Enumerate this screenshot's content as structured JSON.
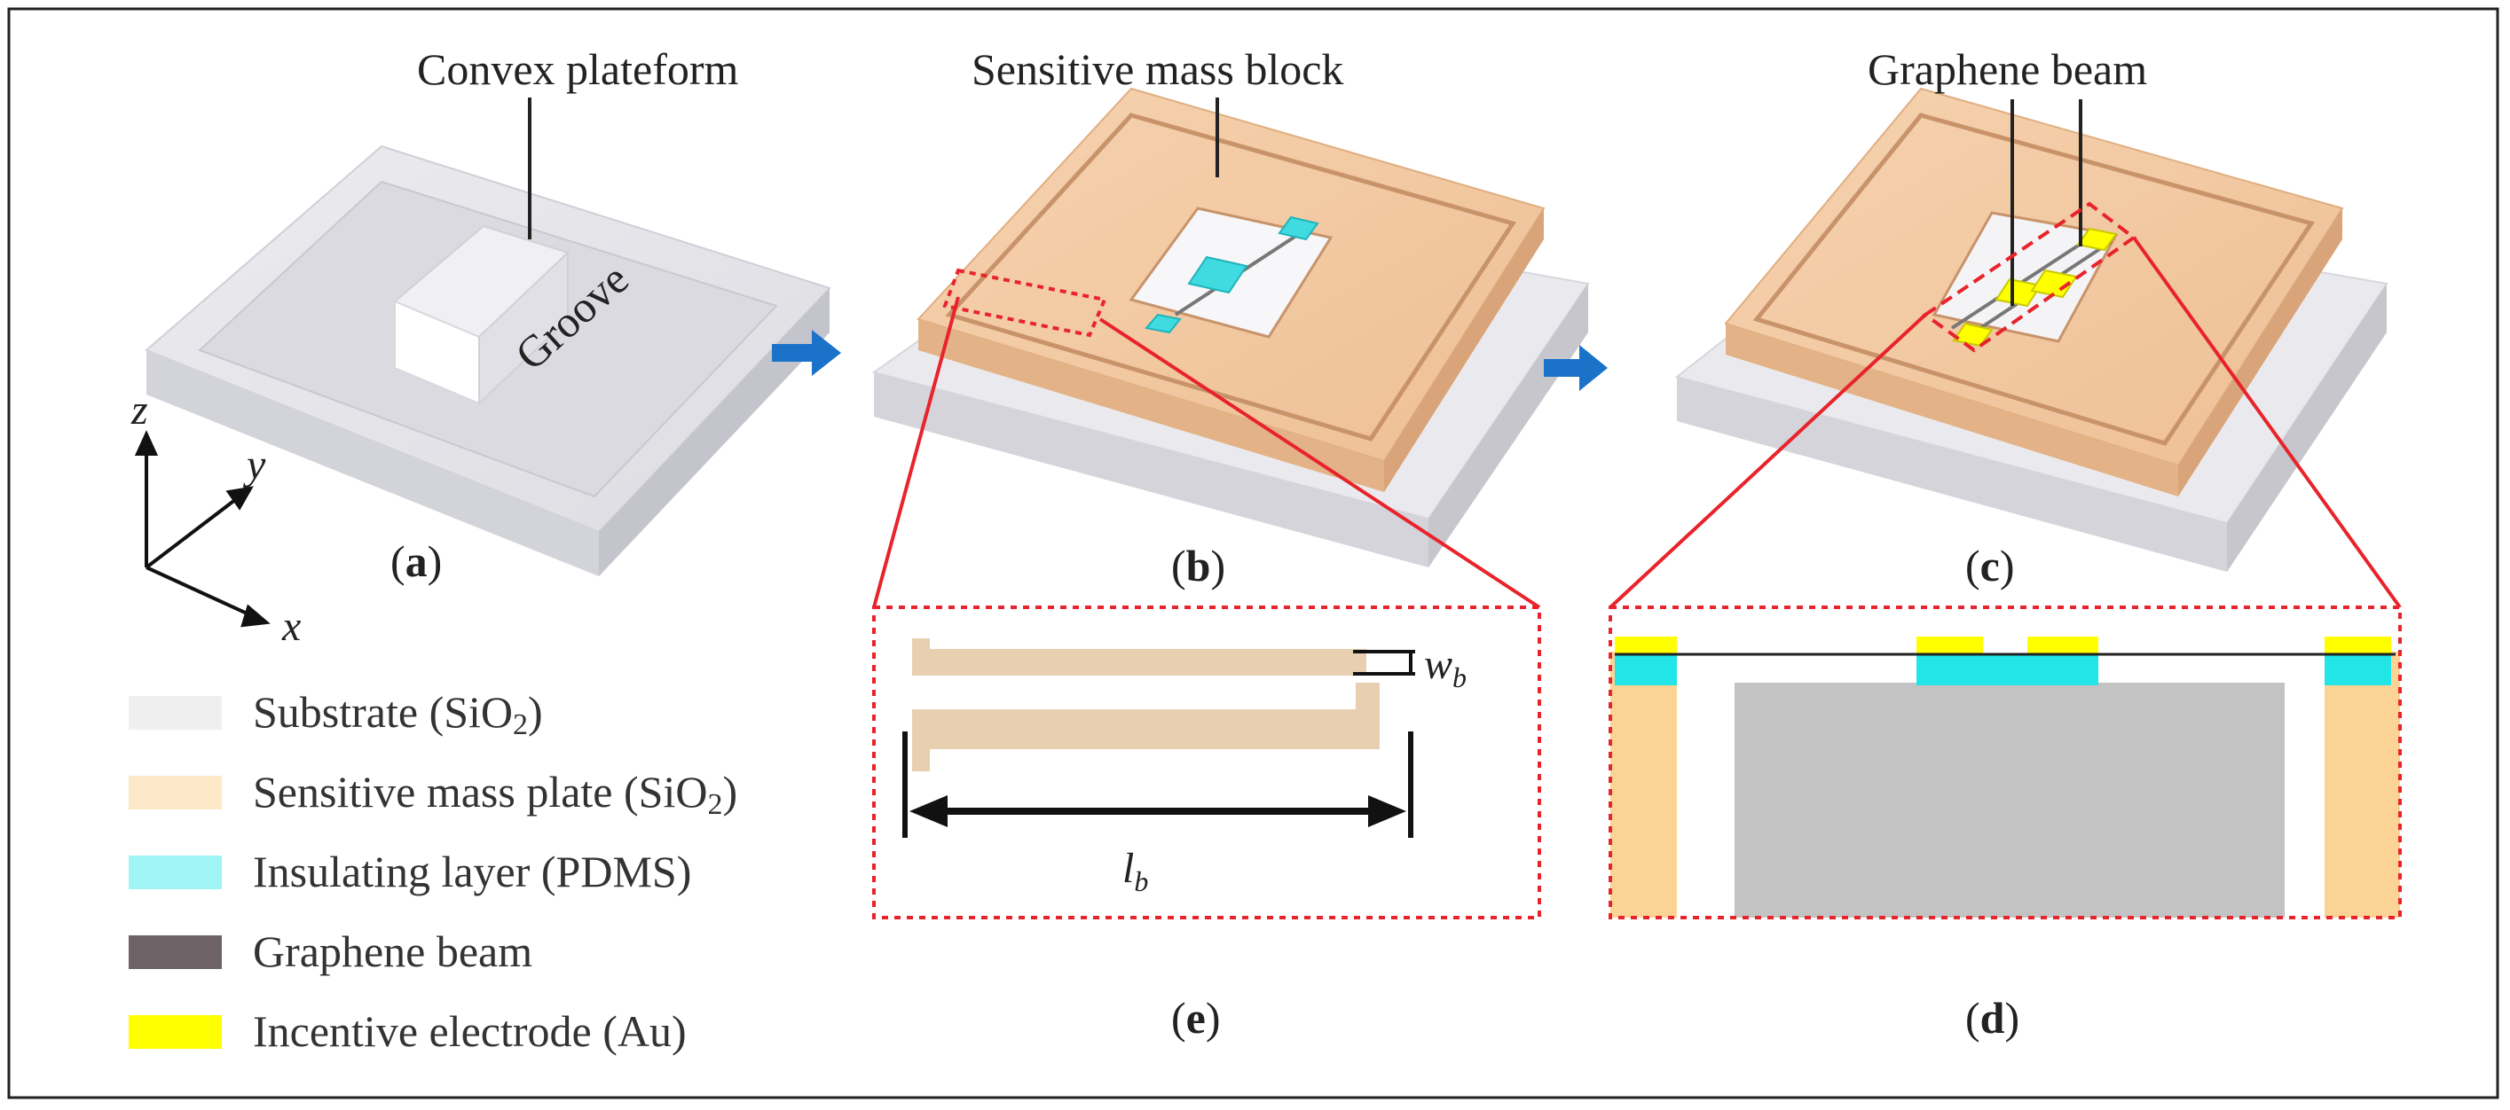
{
  "labels": {
    "convex_plateform": "Convex plateform",
    "groove": "Groove",
    "sensitive_mass_block": "Sensitive mass block",
    "graphene_beam": "Graphene beam",
    "wb_main": "w",
    "wb_sub": "b",
    "lb_main": "l",
    "lb_sub": "b"
  },
  "axes": {
    "z": "z",
    "y": "y",
    "x": "x"
  },
  "panels": {
    "a": {
      "open": "(",
      "letter": "a",
      "close": ")"
    },
    "b": {
      "open": "(",
      "letter": "b",
      "close": ")"
    },
    "c": {
      "open": "(",
      "letter": "c",
      "close": ")"
    },
    "d": {
      "open": "(",
      "letter": "d",
      "close": ")"
    },
    "e": {
      "open": "(",
      "letter": "e",
      "close": ")"
    }
  },
  "legend": [
    {
      "text": "Substrate (SiO",
      "sub": "2",
      "tail": ")",
      "color": "#efefef"
    },
    {
      "text": "Sensitive mass plate (SiO",
      "sub": "2",
      "tail": ")",
      "color": "#fde8c8"
    },
    {
      "text": "Insulating layer (PDMS)",
      "sub": "",
      "tail": "",
      "color": "#9ff4f4"
    },
    {
      "text": "Graphene beam",
      "sub": "",
      "tail": "",
      "color": "#6e6468"
    },
    {
      "text": "Incentive electrode (Au)",
      "sub": "",
      "tail": "",
      "color": "#ffff00"
    }
  ],
  "colors": {
    "substrate": "#e6e6ea",
    "mass_plate": "#f2c9a3",
    "pdms": "#3fdbe0",
    "electrode": "#ffff00",
    "gray_block": "#c3c3c3",
    "zoom_red": "#e8232b",
    "arrow_blue": "#1a73c8"
  }
}
